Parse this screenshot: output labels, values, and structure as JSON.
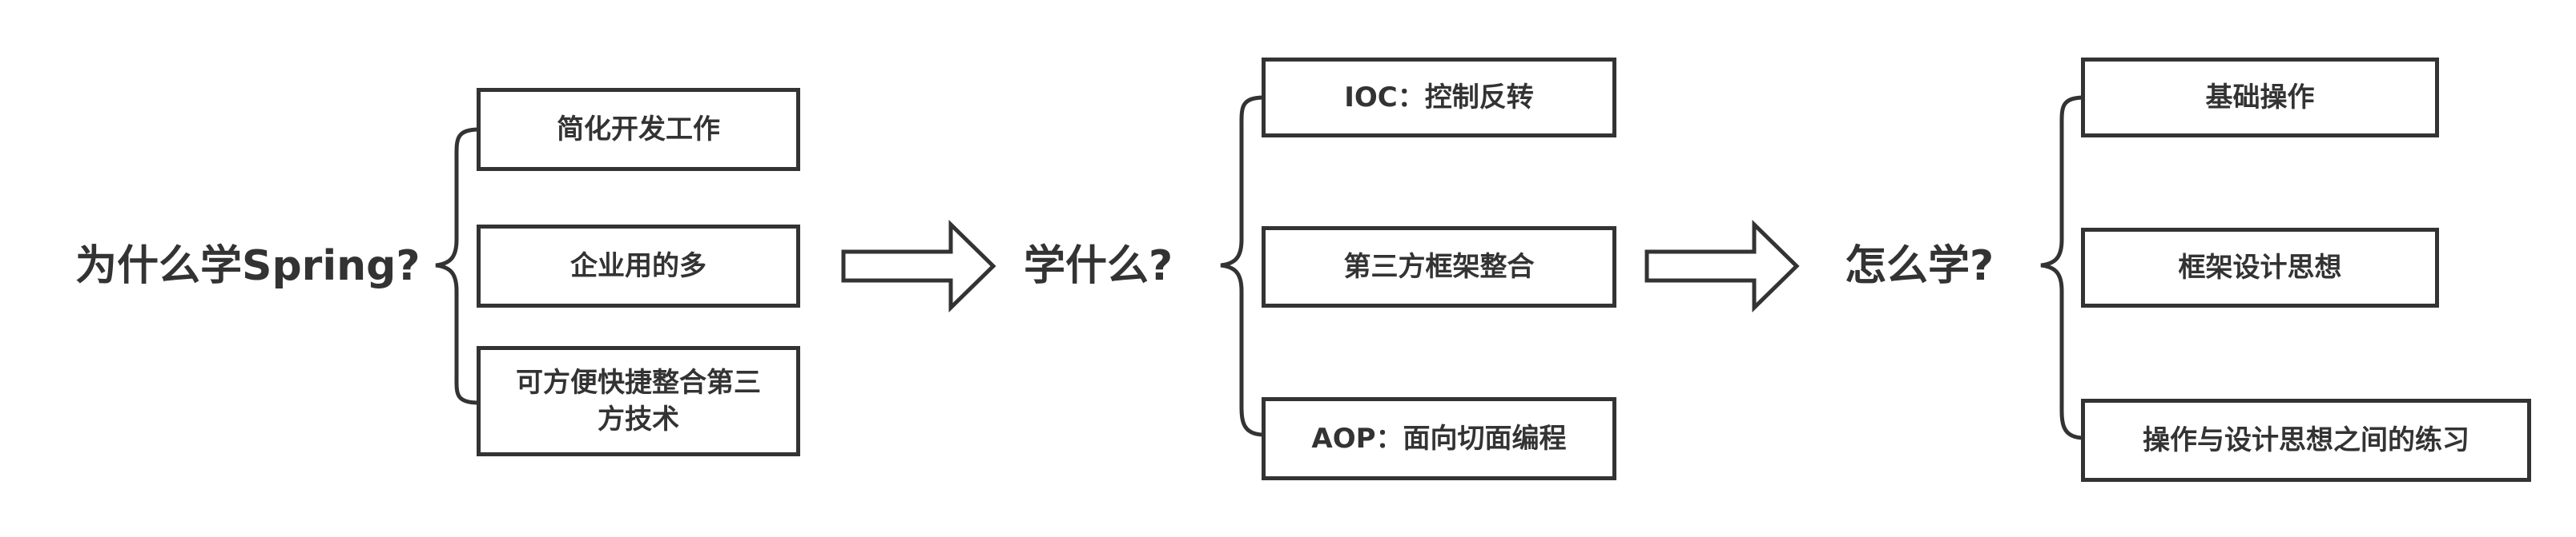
{
  "colors": {
    "stroke": "#333333",
    "background": "#ffffff"
  },
  "sections": [
    {
      "heading": "为什么学Spring?",
      "items": [
        "简化开发工作",
        "企业用的多",
        "可方便快捷整合第三方技术"
      ]
    },
    {
      "heading": "学什么?",
      "items": [
        "IOC：控制反转",
        "第三方框架整合",
        "AOP：面向切面编程"
      ]
    },
    {
      "heading": "怎么学?",
      "items": [
        "基础操作",
        "框架设计思想",
        "操作与设计思想之间的练习"
      ]
    }
  ]
}
